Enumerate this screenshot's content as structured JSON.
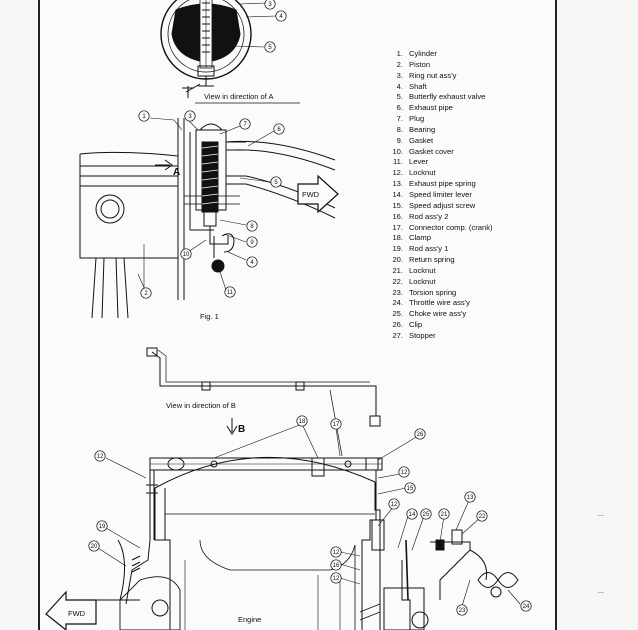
{
  "fig1": {
    "view_a_label": "View in direction of A",
    "arrow_a_label": "A",
    "fwd_label": "FWD",
    "caption": "Fig. 1",
    "callouts": [
      "1",
      "2",
      "3",
      "4",
      "5",
      "6",
      "7",
      "8",
      "9",
      "10",
      "11"
    ]
  },
  "fig2": {
    "view_b_label": "View in direction of B",
    "arrow_b_label": "B",
    "fwd_label": "FWD",
    "engine_label": "Engine",
    "callouts": [
      "12",
      "13",
      "14",
      "15",
      "16",
      "17",
      "18",
      "19",
      "20",
      "21",
      "22",
      "23",
      "24",
      "25",
      "26"
    ]
  },
  "legend": [
    {
      "n": "1.",
      "label": "Cylinder"
    },
    {
      "n": "2.",
      "label": "Piston"
    },
    {
      "n": "3.",
      "label": "Ring nut ass'y"
    },
    {
      "n": "4.",
      "label": "Shaft"
    },
    {
      "n": "5.",
      "label": "Butterfly exhaust valve"
    },
    {
      "n": "6.",
      "label": "Exhaust pipe"
    },
    {
      "n": "7.",
      "label": "Plug"
    },
    {
      "n": "8.",
      "label": "Bearing"
    },
    {
      "n": "9.",
      "label": "Gasket"
    },
    {
      "n": "10.",
      "label": "Gasket cover"
    },
    {
      "n": "11.",
      "label": "Lever"
    },
    {
      "n": "12.",
      "label": "Locknut"
    },
    {
      "n": "13.",
      "label": "Exhaust pipe spring"
    },
    {
      "n": "14.",
      "label": "Speed limiter lever"
    },
    {
      "n": "15.",
      "label": "Speed adjust screw"
    },
    {
      "n": "16.",
      "label": "Rod ass'y 2"
    },
    {
      "n": "17.",
      "label": "Connector comp. (crank)"
    },
    {
      "n": "18.",
      "label": "Clamp"
    },
    {
      "n": "19.",
      "label": "Rod ass'y 1"
    },
    {
      "n": "20.",
      "label": "Return spring"
    },
    {
      "n": "21.",
      "label": "Locknut"
    },
    {
      "n": "22.",
      "label": "Locknut"
    },
    {
      "n": "23.",
      "label": "Torsion spring"
    },
    {
      "n": "24.",
      "label": "Throttle wire ass'y"
    },
    {
      "n": "25.",
      "label": "Choke wire ass'y"
    },
    {
      "n": "26.",
      "label": "Clip"
    },
    {
      "n": "27.",
      "label": "Stopper"
    }
  ]
}
